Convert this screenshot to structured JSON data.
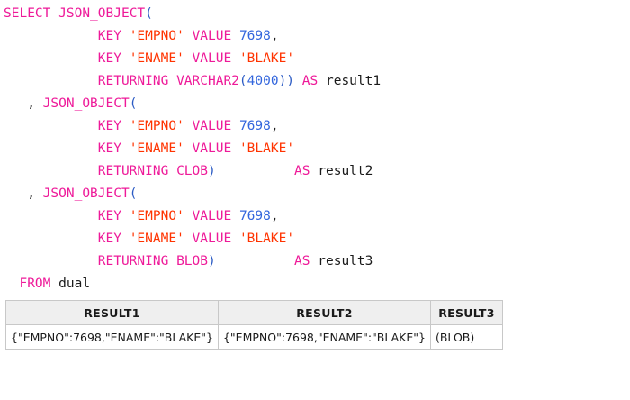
{
  "editor": {
    "language": "sql",
    "colors": {
      "keyword": "#ee1a99",
      "string": "#ff3300",
      "number": "#3366dd",
      "punctuation": "#2b5bc4",
      "identifier": "#1a1a1a",
      "background": "#ffffff"
    },
    "lines": [
      {
        "indent": "",
        "tokens": [
          {
            "t": "SELECT",
            "c": "kw"
          },
          {
            "t": " ",
            "c": "id"
          },
          {
            "t": "JSON_OBJECT",
            "c": "kw"
          },
          {
            "t": "(",
            "c": "punc"
          }
        ]
      },
      {
        "indent": "            ",
        "tokens": [
          {
            "t": "KEY",
            "c": "kw"
          },
          {
            "t": " ",
            "c": "id"
          },
          {
            "t": "'EMPNO'",
            "c": "str"
          },
          {
            "t": " ",
            "c": "id"
          },
          {
            "t": "VALUE",
            "c": "kw"
          },
          {
            "t": " ",
            "c": "id"
          },
          {
            "t": "7698",
            "c": "num"
          },
          {
            "t": ",",
            "c": "cma"
          }
        ]
      },
      {
        "indent": "            ",
        "tokens": [
          {
            "t": "KEY",
            "c": "kw"
          },
          {
            "t": " ",
            "c": "id"
          },
          {
            "t": "'ENAME'",
            "c": "str"
          },
          {
            "t": " ",
            "c": "id"
          },
          {
            "t": "VALUE",
            "c": "kw"
          },
          {
            "t": " ",
            "c": "id"
          },
          {
            "t": "'BLAKE'",
            "c": "str"
          }
        ]
      },
      {
        "indent": "            ",
        "tokens": [
          {
            "t": "RETURNING",
            "c": "kw"
          },
          {
            "t": " ",
            "c": "id"
          },
          {
            "t": "VARCHAR2",
            "c": "kw"
          },
          {
            "t": "(",
            "c": "punc"
          },
          {
            "t": "4000",
            "c": "num"
          },
          {
            "t": "))",
            "c": "punc"
          },
          {
            "t": " ",
            "c": "id"
          },
          {
            "t": "AS",
            "c": "kw"
          },
          {
            "t": " ",
            "c": "id"
          },
          {
            "t": "result1",
            "c": "id"
          }
        ]
      },
      {
        "indent": "   ",
        "tokens": [
          {
            "t": ",",
            "c": "cma"
          },
          {
            "t": " ",
            "c": "id"
          },
          {
            "t": "JSON_OBJECT",
            "c": "kw"
          },
          {
            "t": "(",
            "c": "punc"
          }
        ]
      },
      {
        "indent": "            ",
        "tokens": [
          {
            "t": "KEY",
            "c": "kw"
          },
          {
            "t": " ",
            "c": "id"
          },
          {
            "t": "'EMPNO'",
            "c": "str"
          },
          {
            "t": " ",
            "c": "id"
          },
          {
            "t": "VALUE",
            "c": "kw"
          },
          {
            "t": " ",
            "c": "id"
          },
          {
            "t": "7698",
            "c": "num"
          },
          {
            "t": ",",
            "c": "cma"
          }
        ]
      },
      {
        "indent": "            ",
        "tokens": [
          {
            "t": "KEY",
            "c": "kw"
          },
          {
            "t": " ",
            "c": "id"
          },
          {
            "t": "'ENAME'",
            "c": "str"
          },
          {
            "t": " ",
            "c": "id"
          },
          {
            "t": "VALUE",
            "c": "kw"
          },
          {
            "t": " ",
            "c": "id"
          },
          {
            "t": "'BLAKE'",
            "c": "str"
          }
        ]
      },
      {
        "indent": "            ",
        "tokens": [
          {
            "t": "RETURNING",
            "c": "kw"
          },
          {
            "t": " ",
            "c": "id"
          },
          {
            "t": "CLOB",
            "c": "kw"
          },
          {
            "t": ")",
            "c": "punc"
          },
          {
            "t": "          ",
            "c": "id"
          },
          {
            "t": "AS",
            "c": "kw"
          },
          {
            "t": " ",
            "c": "id"
          },
          {
            "t": "result2",
            "c": "id"
          }
        ]
      },
      {
        "indent": "   ",
        "tokens": [
          {
            "t": ",",
            "c": "cma"
          },
          {
            "t": " ",
            "c": "id"
          },
          {
            "t": "JSON_OBJECT",
            "c": "kw"
          },
          {
            "t": "(",
            "c": "punc"
          }
        ]
      },
      {
        "indent": "            ",
        "tokens": [
          {
            "t": "KEY",
            "c": "kw"
          },
          {
            "t": " ",
            "c": "id"
          },
          {
            "t": "'EMPNO'",
            "c": "str"
          },
          {
            "t": " ",
            "c": "id"
          },
          {
            "t": "VALUE",
            "c": "kw"
          },
          {
            "t": " ",
            "c": "id"
          },
          {
            "t": "7698",
            "c": "num"
          },
          {
            "t": ",",
            "c": "cma"
          }
        ]
      },
      {
        "indent": "            ",
        "tokens": [
          {
            "t": "KEY",
            "c": "kw"
          },
          {
            "t": " ",
            "c": "id"
          },
          {
            "t": "'ENAME'",
            "c": "str"
          },
          {
            "t": " ",
            "c": "id"
          },
          {
            "t": "VALUE",
            "c": "kw"
          },
          {
            "t": " ",
            "c": "id"
          },
          {
            "t": "'BLAKE'",
            "c": "str"
          }
        ]
      },
      {
        "indent": "            ",
        "tokens": [
          {
            "t": "RETURNING",
            "c": "kw"
          },
          {
            "t": " ",
            "c": "id"
          },
          {
            "t": "BLOB",
            "c": "kw"
          },
          {
            "t": ")",
            "c": "punc"
          },
          {
            "t": "          ",
            "c": "id"
          },
          {
            "t": "AS",
            "c": "kw"
          },
          {
            "t": " ",
            "c": "id"
          },
          {
            "t": "result3",
            "c": "id"
          }
        ]
      },
      {
        "indent": "  ",
        "tokens": [
          {
            "t": "FROM",
            "c": "kw"
          },
          {
            "t": " ",
            "c": "id"
          },
          {
            "t": "dual",
            "c": "id"
          }
        ]
      }
    ]
  },
  "result_grid": {
    "columns": [
      "RESULT1",
      "RESULT2",
      "RESULT3"
    ],
    "rows": [
      [
        "{\"EMPNO\":7698,\"ENAME\":\"BLAKE\"}",
        "{\"EMPNO\":7698,\"ENAME\":\"BLAKE\"}",
        "(BLOB)"
      ]
    ]
  }
}
